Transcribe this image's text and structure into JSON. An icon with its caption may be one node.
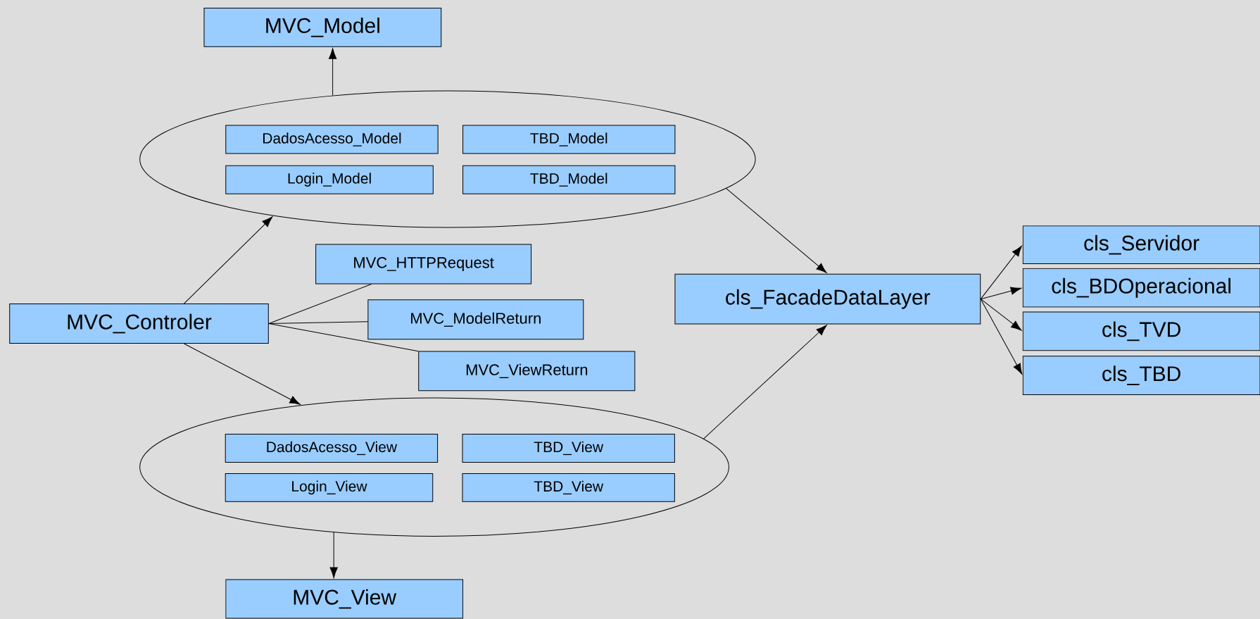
{
  "diagram": {
    "nodes": [
      {
        "text": [
          "MVC_Model"
        ]
      },
      {
        "text": [],
        "shape": "ellipse"
      },
      {
        "text": [
          "DadosAcesso_Model"
        ],
        "in": 1
      },
      {
        "text": [
          "TBD_Model"
        ],
        "in": 1
      },
      {
        "text": [
          "Login_Model"
        ],
        "in": 1
      },
      {
        "text": [
          "TBD_Model"
        ],
        "in": 1
      },
      {
        "text": [
          "MVC_HTTPRequest"
        ]
      },
      {
        "text": [
          "MVC_Controler"
        ]
      },
      {
        "text": [
          "MVC_ModelReturn"
        ]
      },
      {
        "text": [
          "MVC_ViewReturn"
        ]
      },
      {
        "text": [
          "cls_FacadeDataLayer"
        ]
      },
      {
        "text": [
          "cls_Servidor"
        ]
      },
      {
        "text": [
          "cls_BDOperacional"
        ]
      },
      {
        "text": [
          "cls_TVD"
        ]
      },
      {
        "text": [
          "cls_TBD"
        ]
      },
      {
        "text": [],
        "shape": "ellipse"
      },
      {
        "text": [
          "DadosAcesso_View"
        ],
        "in": 15
      },
      {
        "text": [
          "TBD_View"
        ],
        "in": 15
      },
      {
        "text": [
          "Login_View"
        ],
        "in": 15
      },
      {
        "text": [
          "TBD_View"
        ],
        "in": 15
      },
      {
        "text": [
          "MVC_View"
        ]
      }
    ],
    "edges": [
      {
        "from": 1,
        "to": 0,
        "arrow": "to"
      },
      {
        "from": 7,
        "to": 1,
        "arrow": "to"
      },
      {
        "from": 7,
        "to": 6,
        "arrow": "none"
      },
      {
        "from": 7,
        "to": 8,
        "arrow": "none"
      },
      {
        "from": 7,
        "to": 9,
        "arrow": "none"
      },
      {
        "from": 7,
        "to": 15,
        "arrow": "to"
      },
      {
        "from": 1,
        "to": 10,
        "arrow": "to"
      },
      {
        "from": 15,
        "to": 10,
        "arrow": "to"
      },
      {
        "from": 10,
        "to": 11,
        "arrow": "to"
      },
      {
        "from": 10,
        "to": 12,
        "arrow": "to"
      },
      {
        "from": 10,
        "to": 13,
        "arrow": "to"
      },
      {
        "from": 10,
        "to": 14,
        "arrow": "to"
      },
      {
        "from": 15,
        "to": 20,
        "arrow": "to"
      }
    ]
  }
}
